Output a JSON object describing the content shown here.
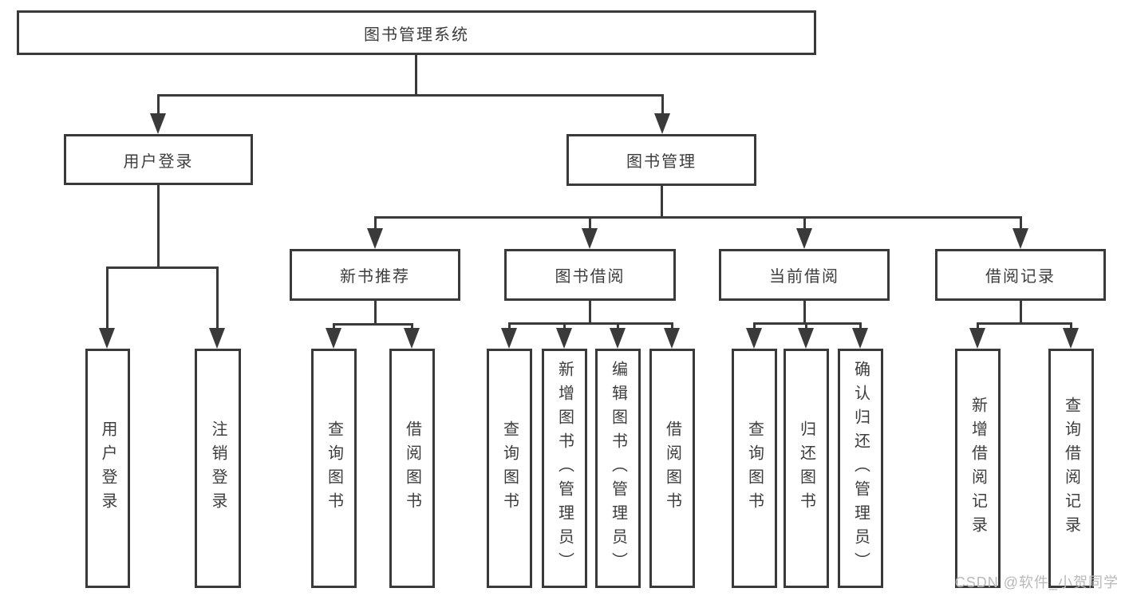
{
  "diagram": {
    "type": "hierarchy-tree",
    "title": "图书管理系统"
  },
  "nodes": {
    "root": {
      "label": "图书管理系统"
    },
    "level2": [
      {
        "label": "用户登录"
      },
      {
        "label": "图书管理"
      }
    ],
    "level3": [
      {
        "label": "新书推荐",
        "parent": "图书管理"
      },
      {
        "label": "图书借阅",
        "parent": "图书管理"
      },
      {
        "label": "当前借阅",
        "parent": "图书管理"
      },
      {
        "label": "借阅记录",
        "parent": "图书管理"
      }
    ],
    "leaves": [
      {
        "label": "用户登录",
        "parent": "用户登录"
      },
      {
        "label": "注销登录",
        "parent": "用户登录"
      },
      {
        "label": "查询图书",
        "parent": "新书推荐"
      },
      {
        "label": "借阅图书",
        "parent": "新书推荐"
      },
      {
        "label": "查询图书",
        "parent": "图书借阅"
      },
      {
        "label": "新增图书（管理员）",
        "parent": "图书借阅"
      },
      {
        "label": "编辑图书（管理员）",
        "parent": "图书借阅"
      },
      {
        "label": "借阅图书",
        "parent": "图书借阅"
      },
      {
        "label": "查询图书",
        "parent": "当前借阅"
      },
      {
        "label": "归还图书",
        "parent": "当前借阅"
      },
      {
        "label": "确认归还（管理员）",
        "parent": "当前借阅"
      },
      {
        "label": "新增借阅记录",
        "parent": "借阅记录"
      },
      {
        "label": "查询借阅记录",
        "parent": "借阅记录"
      }
    ]
  },
  "watermark": {
    "text": "CSDN @软件_小贺同学",
    "color": "#b9b9b9"
  },
  "colors": {
    "line": "#3a3a3a",
    "text": "#3d3d3d",
    "background": "#ffffff"
  }
}
